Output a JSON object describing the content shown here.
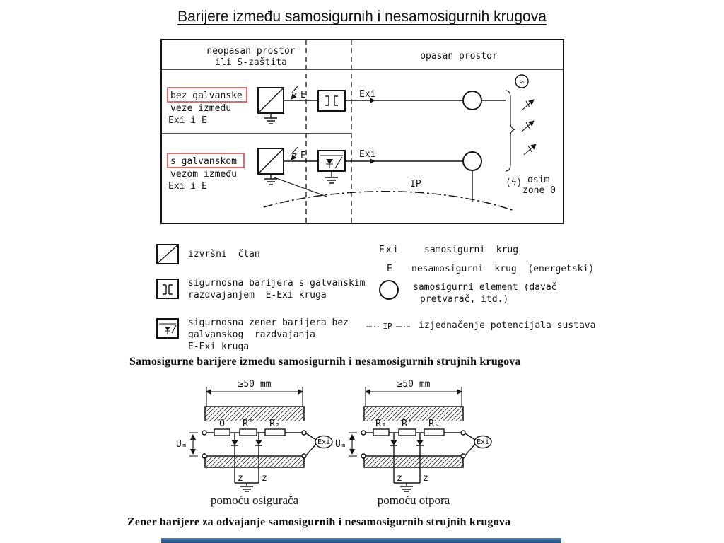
{
  "page": {
    "title": "Barijere između samosigurnih i nesamosigurnih krugova"
  },
  "diagram": {
    "header_left1": "neopasan  prostor",
    "header_left2": "ili  S-zaštita",
    "header_right": "opasan   prostor",
    "row1_boxed": "bez galvanske",
    "row1_line2": "veze između",
    "row1_line3": "Exi i E",
    "row1_e": "E",
    "row1_exi": "Exi",
    "row2_boxed": "s galvanskom",
    "row2_line2": "vezom između",
    "row2_line3": "Exi  i E",
    "row2_e": "E",
    "row2_exi": "Exi",
    "ip": "IP",
    "ac_glyph": "≈",
    "bolt_note": "(ϟ)",
    "note1": "osim",
    "note2": "zone 0"
  },
  "legend": {
    "item1_label": "izvršni  član",
    "item2_line1": "sigurnosna barijera s galvanskim",
    "item2_line2": "razdvajanjem  E-Exi kruga",
    "item3_line1": "sigurnosna zener barijera bez",
    "item3_line2": "galvanskog  razdvajanja",
    "item3_line3": "E-Exi kruga",
    "exi_term": "Exi",
    "exi_def": "samosigurni  krug",
    "e_term": "E",
    "e_def": "nesamosigurni  krug  (energetski)",
    "elem_def1": "samosigurni element (davač",
    "elem_def2": "pretvarač, itd.)",
    "ip_term": "IP",
    "ip_def": "izjednačenje potencijala sustava"
  },
  "captions": {
    "mid": "Samosigurne barijere između samosigurnih i nesamosigurnih strujnih krugova",
    "bottom": "Zener barijere za odvajanje samosigurnih i nesamosigurnih strujnih krugova"
  },
  "zener_left": {
    "dim": "≥50 mm",
    "um": "Uₘ",
    "c1": "O",
    "c2": "R'",
    "c3": "R₂",
    "exi": "Exi",
    "z1": "z",
    "z2": "z",
    "caption": "pomoću osigurača"
  },
  "zener_right": {
    "dim": "≥50 mm",
    "um": "Uₘ",
    "c1": "R₁",
    "c2": "R'",
    "c3": "Rₛ",
    "exi": "Exi",
    "z1": "z",
    "z2": "z",
    "caption": "pomoću otpora"
  }
}
